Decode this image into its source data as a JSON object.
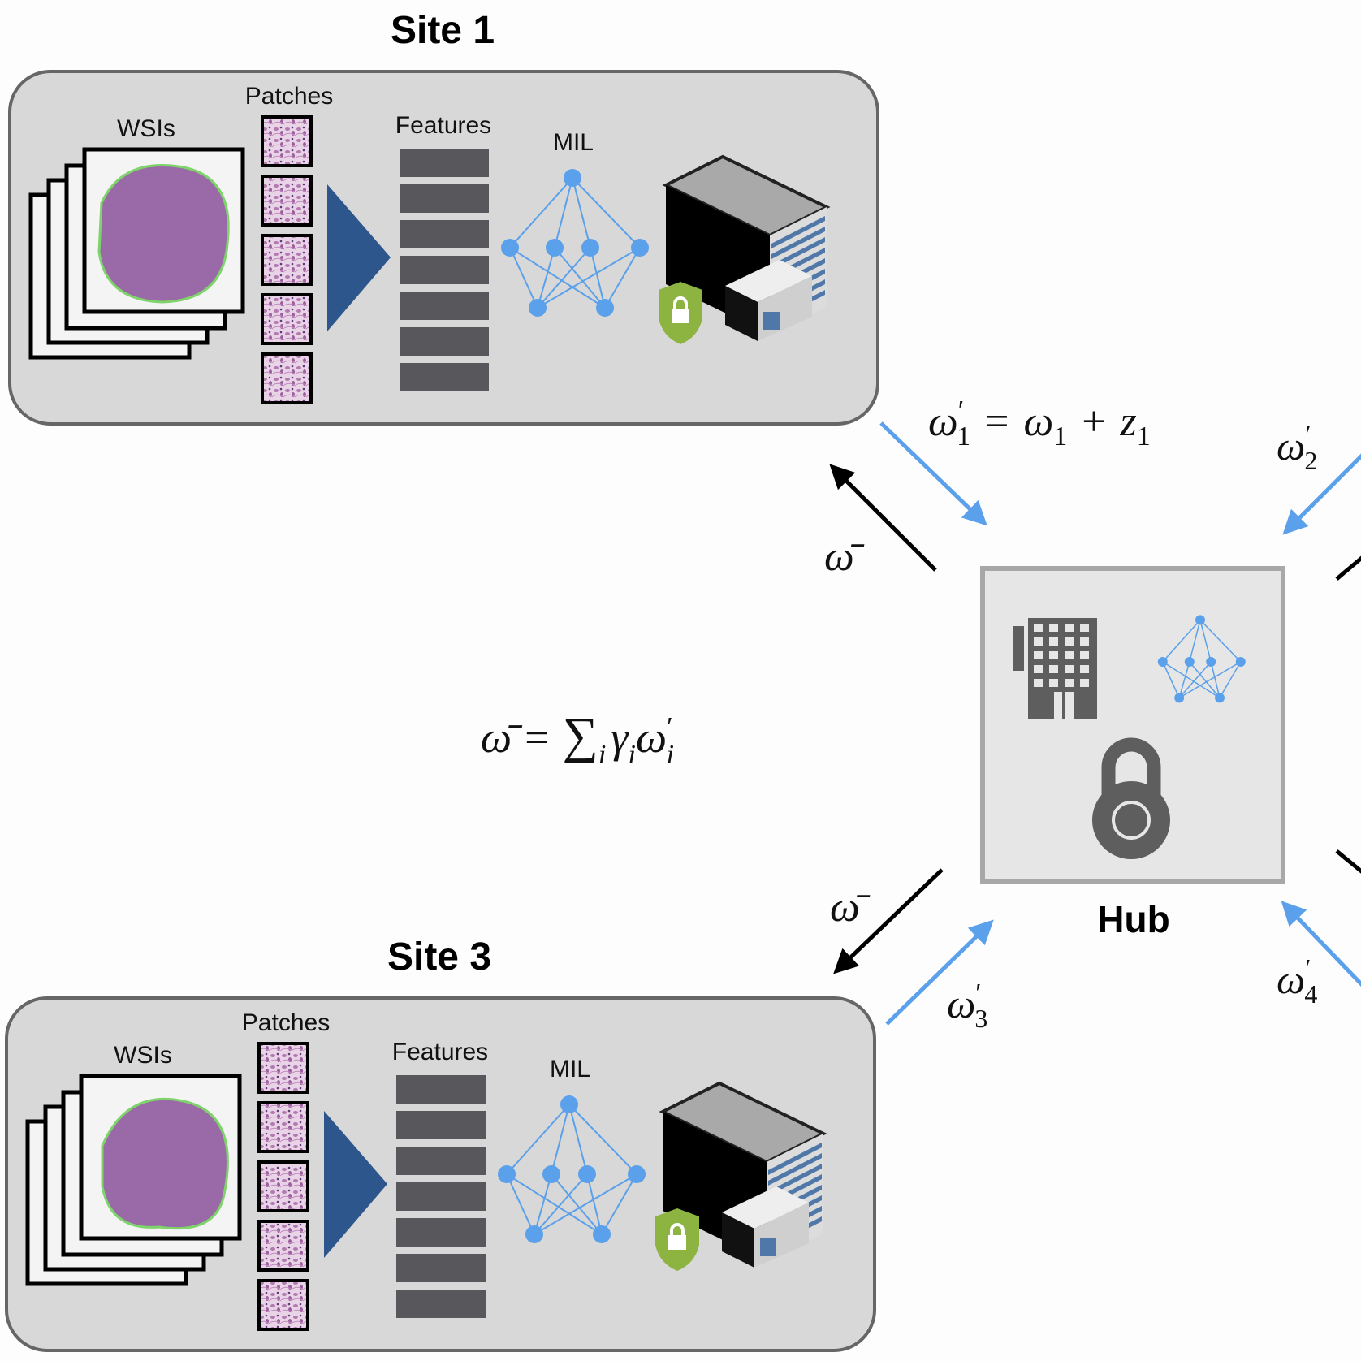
{
  "sites": [
    {
      "title": "Site 1",
      "wsi_label": "WSIs",
      "patches_label": "Patches",
      "features_label": "Features",
      "mil_label": "MIL"
    },
    {
      "title": "Site 3",
      "wsi_label": "WSIs",
      "patches_label": "Patches",
      "features_label": "Features",
      "mil_label": "MIL"
    }
  ],
  "hub": {
    "label": "Hub",
    "icons": [
      "building-icon",
      "neural-network-icon",
      "padlock-icon"
    ]
  },
  "equations": {
    "update": {
      "w": "ω",
      "prime": "′",
      "sub": "1",
      "eq": "=",
      "plus": "+",
      "z": "z"
    },
    "aggregate": {
      "wbar": "ω̄",
      "eq": "=",
      "sum": "∑",
      "i": "i",
      "gamma": "γ",
      "w": "ω",
      "prime": "′"
    }
  },
  "arrow_labels": {
    "w2": {
      "w": "ω",
      "prime": "′",
      "sub": "2"
    },
    "w3": {
      "w": "ω",
      "prime": "′",
      "sub": "3"
    },
    "w4": {
      "w": "ω",
      "prime": "′",
      "sub": "4"
    },
    "wbar_top": "ω̄",
    "wbar_bottom": "ω̄"
  },
  "colors": {
    "upload_arrow": "#5aa0ea",
    "download_arrow": "#000000",
    "network": "#5aa0ea",
    "triangle": "#2d568c",
    "feature_bar": "#58585c",
    "shield": "#8db441",
    "site_box": "#d8d8d8",
    "hub_box": "#e6e6e6"
  }
}
